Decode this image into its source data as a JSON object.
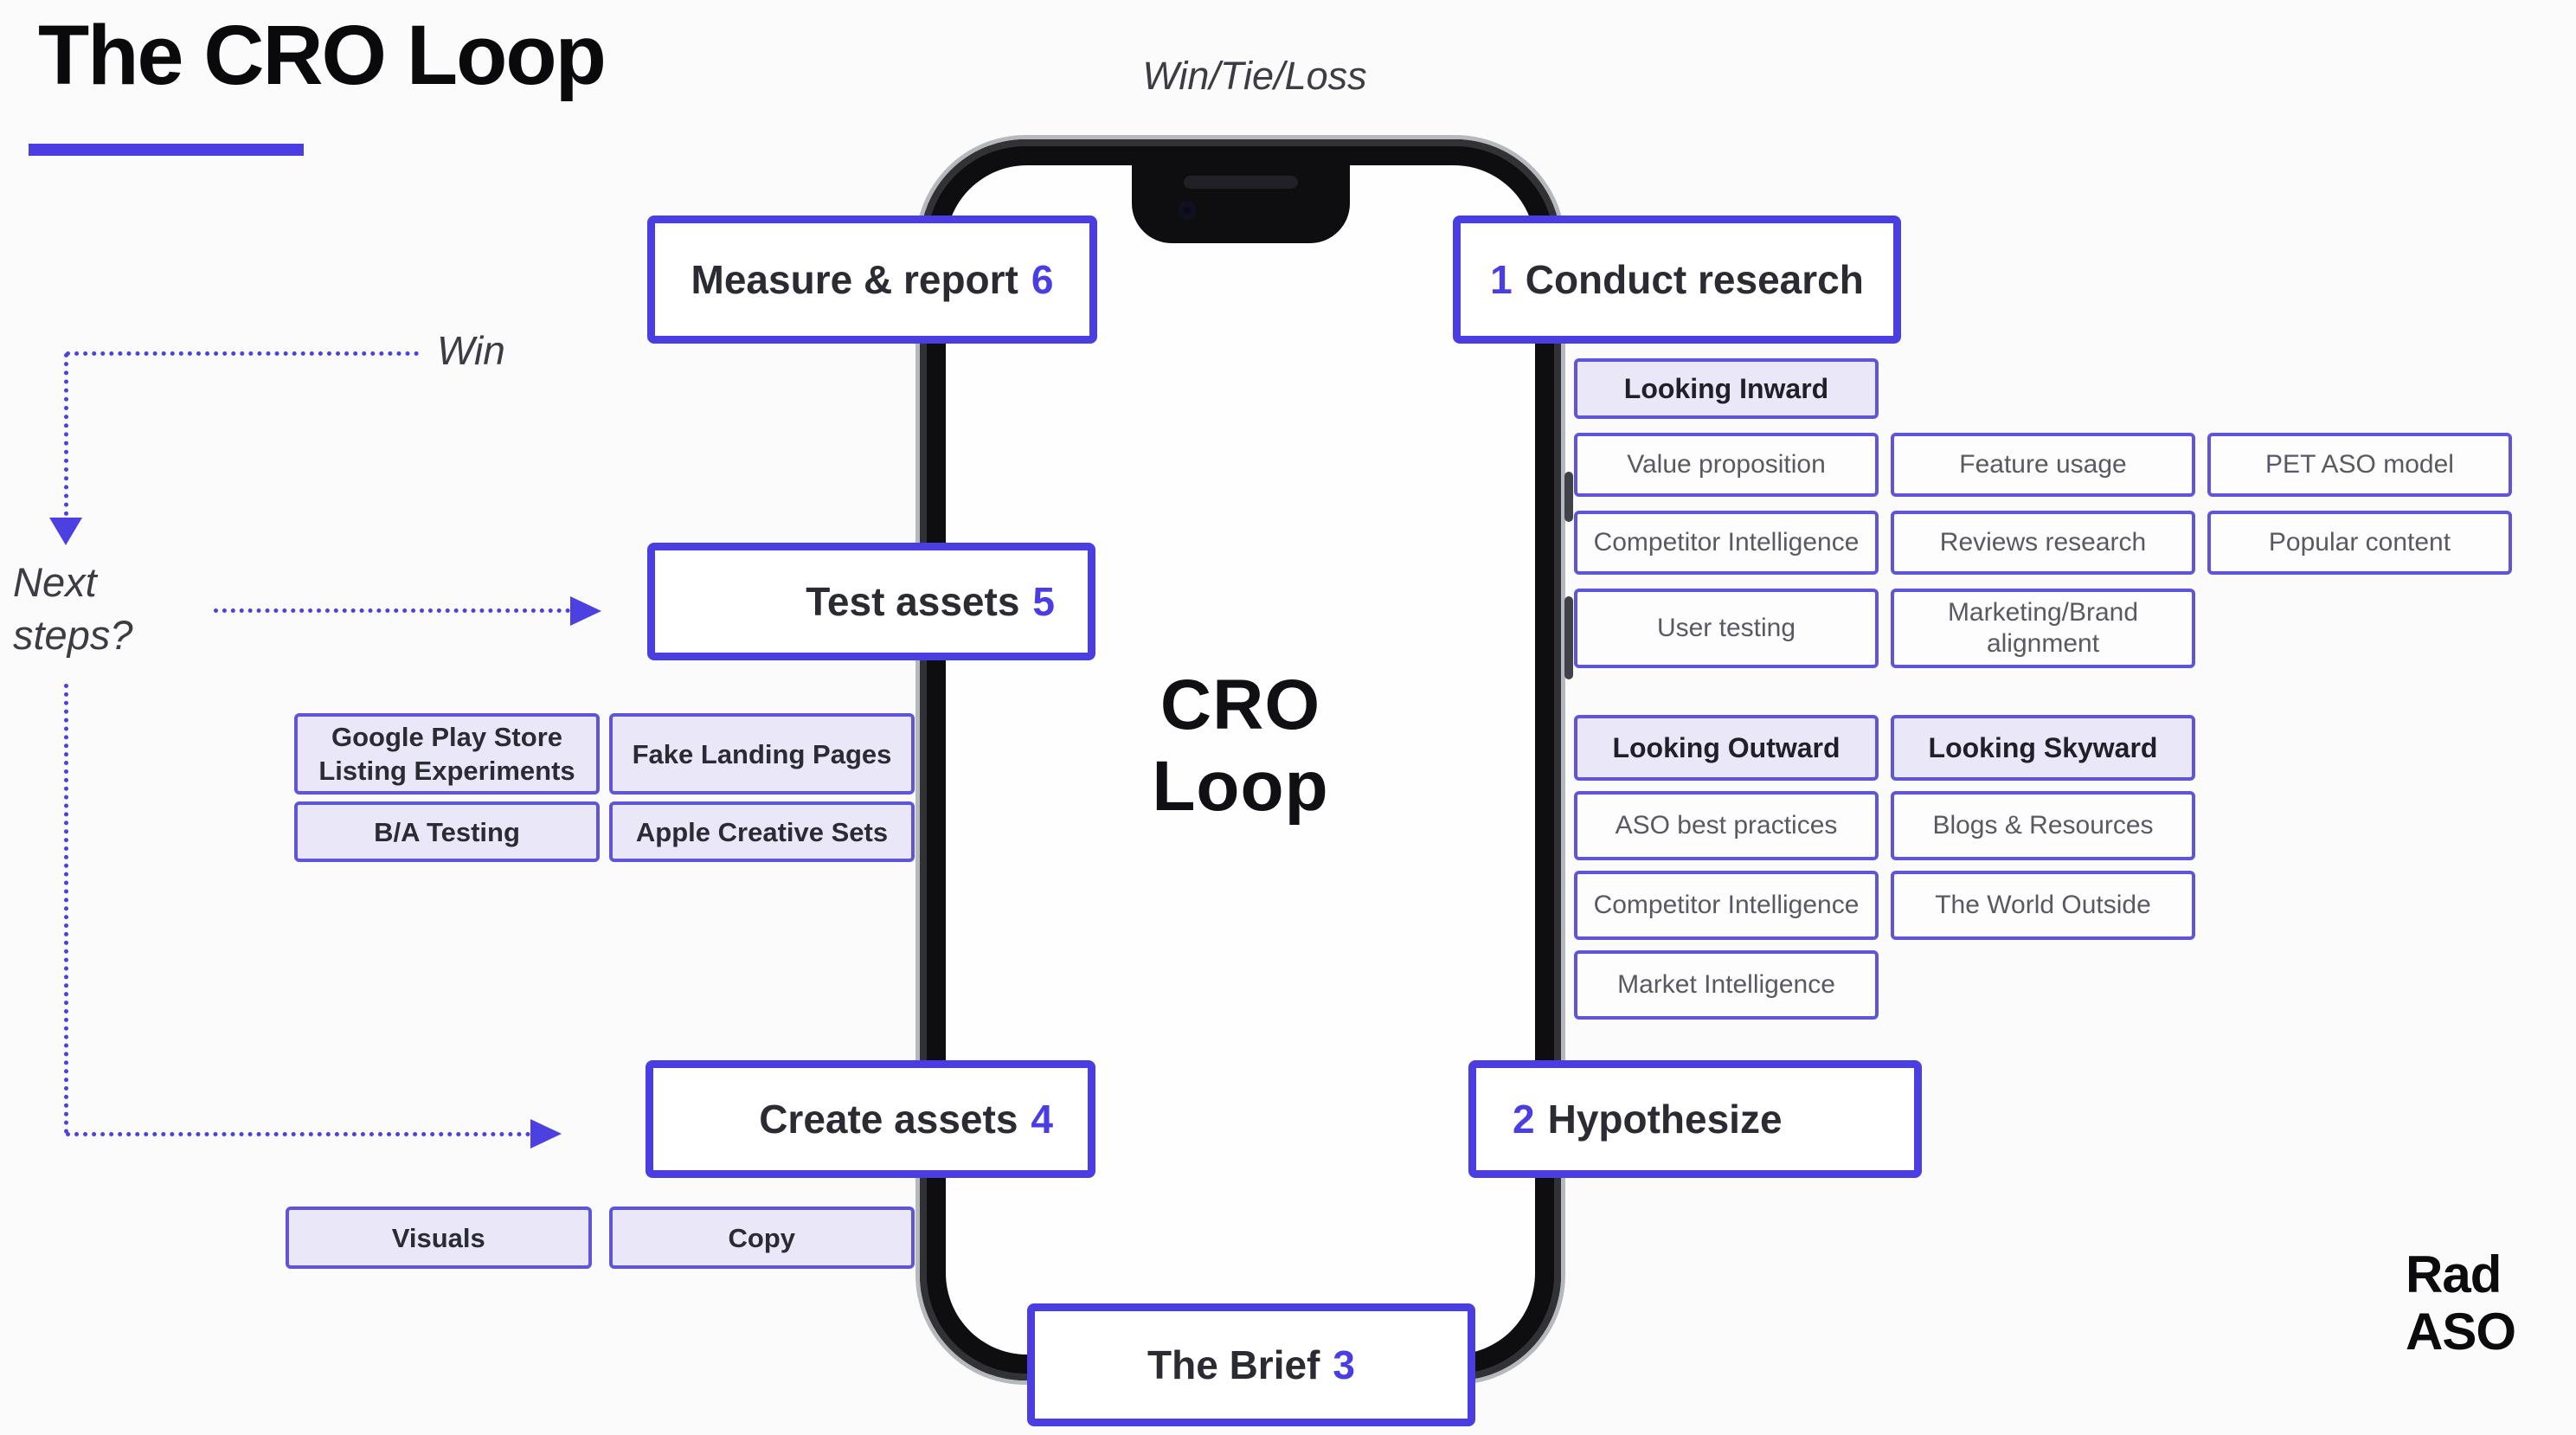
{
  "title": "The CRO Loop",
  "top_note": "Win/Tie/Loss",
  "annotations": {
    "win": "Win",
    "next_steps_line1": "Next",
    "next_steps_line2": "steps?"
  },
  "steps": {
    "measure": {
      "label": "Measure & report",
      "number": "6"
    },
    "conduct": {
      "number": "1",
      "label": "Conduct research"
    },
    "test": {
      "label": "Test assets",
      "number": "5"
    },
    "hypothesize": {
      "number": "2",
      "label": "Hypothesize"
    },
    "create": {
      "label": "Create assets",
      "number": "4"
    },
    "brief": {
      "label": "The Brief",
      "number": "3"
    }
  },
  "research": {
    "inward": {
      "header": "Looking Inward",
      "items": [
        "Value proposition",
        "Feature usage",
        "PET ASO model",
        "Competitor Intelligence",
        "Reviews research",
        "Popular content",
        "User testing",
        "Marketing/Brand alignment"
      ]
    },
    "outward_skyward": {
      "headers": [
        "Looking Outward",
        "Looking Skyward"
      ],
      "items": [
        "ASO best practices",
        "Blogs & Resources",
        "Competitor Intelligence",
        "The World Outside",
        "Market Intelligence"
      ]
    }
  },
  "test_assets": {
    "items": [
      "Google Play Store Listing Experiments",
      "Fake Landing Pages",
      "B/A Testing",
      "Apple Creative Sets"
    ]
  },
  "create_assets": {
    "items": [
      "Visuals",
      "Copy"
    ]
  },
  "phone_center": {
    "line1": "CRO",
    "line2": "Loop"
  },
  "brand": {
    "line1": "Rad",
    "line2": "ASO"
  },
  "colors": {
    "accent": "#4a3ee3",
    "accent_soft": "#5f55d9",
    "lavender_fill": "#e9e7f8",
    "dark_text": "#2b2b33",
    "gray_text": "#595963",
    "phone_body": "#0e0e11"
  }
}
